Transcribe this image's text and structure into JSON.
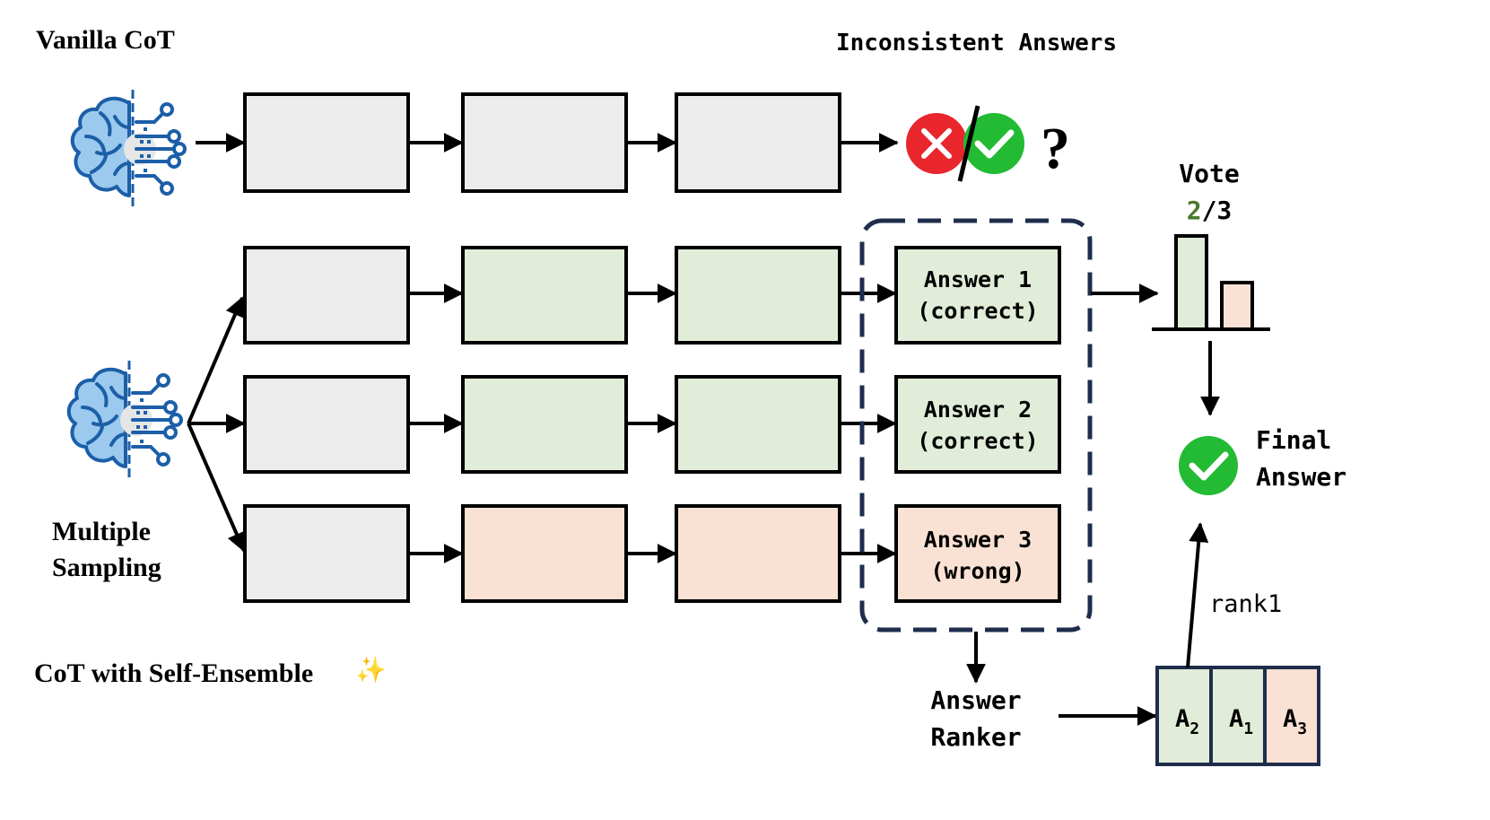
{
  "titles": {
    "vanilla": "Vanilla CoT",
    "inconsistent": "Inconsistent Answers",
    "multiple_line1": "Multiple",
    "multiple_line2": "Sampling",
    "self_ensemble": "CoT with Self-Ensemble",
    "sparkle": "✨"
  },
  "answers": [
    {
      "line1": "Answer 1",
      "line2": "(correct)",
      "status": "correct"
    },
    {
      "line1": "Answer 2",
      "line2": "(correct)",
      "status": "correct"
    },
    {
      "line1": "Answer 3",
      "line2": "(wrong)",
      "status": "wrong"
    }
  ],
  "vote": {
    "label": "Vote",
    "numerator": "2",
    "denominator": "/3",
    "bars": [
      {
        "status": "correct",
        "count": 2
      },
      {
        "status": "wrong",
        "count": 1
      }
    ]
  },
  "final": {
    "line1": "Final",
    "line2": "Answer"
  },
  "ranker": {
    "line1": "Answer",
    "line2": "Ranker",
    "rank_label": "rank1",
    "ranked": [
      {
        "letter": "A",
        "sub": "2",
        "status": "correct"
      },
      {
        "letter": "A",
        "sub": "1",
        "status": "correct"
      },
      {
        "letter": "A",
        "sub": "3",
        "status": "wrong"
      }
    ]
  },
  "question_mark": "?",
  "icons": {
    "brain": "brain-circuit-icon",
    "cross": "x-circle-icon",
    "check": "check-circle-icon"
  },
  "colors": {
    "gray_fill": "#ececec",
    "green_fill": "#e1edd8",
    "orange_fill": "#f9e1d4",
    "blue_brain": "#9cc9ee",
    "dash_blue": "#1f2d4d",
    "red": "#e8262c",
    "green": "#22bb33",
    "green_text": "#4a7a2c"
  }
}
